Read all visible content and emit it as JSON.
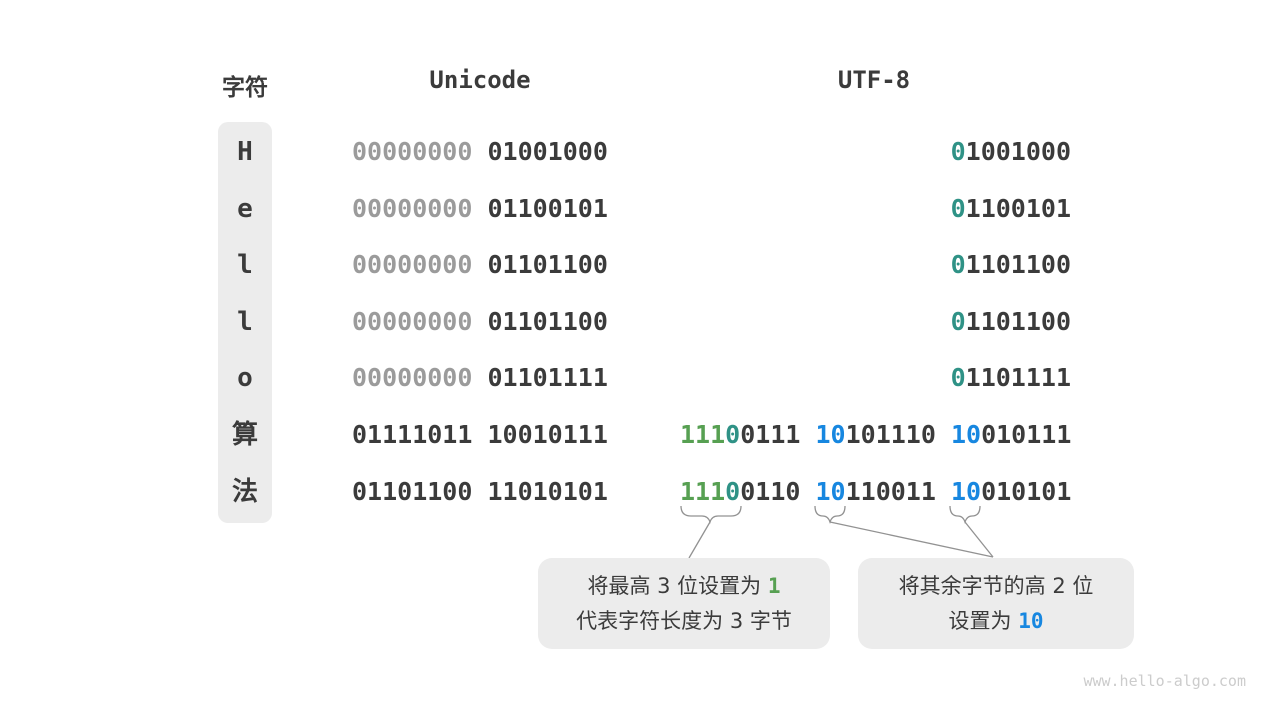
{
  "header": {
    "char": "字符",
    "unicode": "Unicode",
    "utf8": "UTF-8"
  },
  "rows": [
    {
      "char": "H",
      "unicode": [
        {
          "t": "00000000 ",
          "c": "gray"
        },
        {
          "t": "01001000",
          "c": "dark"
        }
      ],
      "utf8": [
        {
          "t": "0",
          "c": "teal"
        },
        {
          "t": "1001000",
          "c": "dark"
        }
      ]
    },
    {
      "char": "e",
      "unicode": [
        {
          "t": "00000000 ",
          "c": "gray"
        },
        {
          "t": "01100101",
          "c": "dark"
        }
      ],
      "utf8": [
        {
          "t": "0",
          "c": "teal"
        },
        {
          "t": "1100101",
          "c": "dark"
        }
      ]
    },
    {
      "char": "l",
      "unicode": [
        {
          "t": "00000000 ",
          "c": "gray"
        },
        {
          "t": "01101100",
          "c": "dark"
        }
      ],
      "utf8": [
        {
          "t": "0",
          "c": "teal"
        },
        {
          "t": "1101100",
          "c": "dark"
        }
      ]
    },
    {
      "char": "l",
      "unicode": [
        {
          "t": "00000000 ",
          "c": "gray"
        },
        {
          "t": "01101100",
          "c": "dark"
        }
      ],
      "utf8": [
        {
          "t": "0",
          "c": "teal"
        },
        {
          "t": "1101100",
          "c": "dark"
        }
      ]
    },
    {
      "char": "o",
      "unicode": [
        {
          "t": "00000000 ",
          "c": "gray"
        },
        {
          "t": "01101111",
          "c": "dark"
        }
      ],
      "utf8": [
        {
          "t": "0",
          "c": "teal"
        },
        {
          "t": "1101111",
          "c": "dark"
        }
      ]
    },
    {
      "char": "算",
      "unicode": [
        {
          "t": "01111011 ",
          "c": "dark"
        },
        {
          "t": "10010111",
          "c": "dark"
        }
      ],
      "utf8": [
        {
          "t": "111",
          "c": "green"
        },
        {
          "t": "0",
          "c": "teal"
        },
        {
          "t": "0111 ",
          "c": "dark"
        },
        {
          "t": "10",
          "c": "blue"
        },
        {
          "t": "101110 ",
          "c": "dark"
        },
        {
          "t": "10",
          "c": "blue"
        },
        {
          "t": "010111",
          "c": "dark"
        }
      ]
    },
    {
      "char": "法",
      "unicode": [
        {
          "t": "01101100 ",
          "c": "dark"
        },
        {
          "t": "11010101",
          "c": "dark"
        }
      ],
      "utf8": [
        {
          "t": "111",
          "c": "green"
        },
        {
          "t": "0",
          "c": "teal"
        },
        {
          "t": "0110 ",
          "c": "dark"
        },
        {
          "t": "10",
          "c": "blue"
        },
        {
          "t": "110011 ",
          "c": "dark"
        },
        {
          "t": "10",
          "c": "blue"
        },
        {
          "t": "010101",
          "c": "dark"
        }
      ]
    }
  ],
  "callouts": {
    "left": {
      "line1": [
        {
          "t": "将最高 3 位设置为 ",
          "c": "dark"
        },
        {
          "t": "1",
          "c": "green"
        }
      ],
      "line2": [
        {
          "t": "代表字符长度为 3 字节",
          "c": "dark"
        }
      ]
    },
    "right": {
      "line1": [
        {
          "t": "将其余字节的高 2 位",
          "c": "dark"
        }
      ],
      "line2": [
        {
          "t": "设置为 ",
          "c": "dark"
        },
        {
          "t": "10",
          "c": "blue"
        }
      ]
    }
  },
  "watermark": "www.hello-algo.com",
  "colors": {
    "accent_green": "#57a052",
    "accent_teal": "#2f9286",
    "accent_blue": "#1787e0",
    "text_dark": "#3b3b3b",
    "text_gray": "#9b9b9b",
    "box_background": "#ececec"
  }
}
